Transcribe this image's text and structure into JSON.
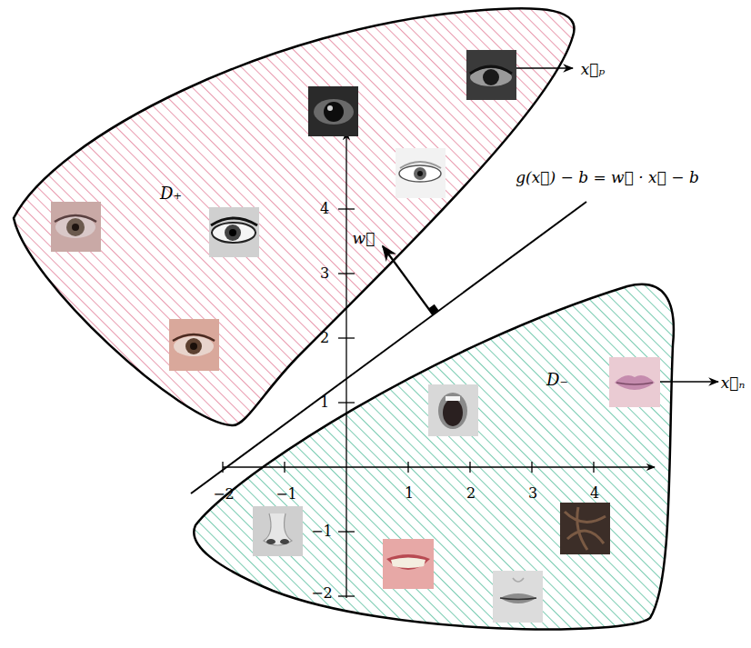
{
  "diagram": {
    "nodes": [
      {
        "text": [
          "D₊"
        ]
      },
      {
        "text": [
          "D₋"
        ]
      }
    ],
    "labels": [
      "x⃗ₚ",
      "g(x⃗) − b = w⃗ · x⃗ − b",
      "w⃗",
      "x⃗ₙ",
      "4",
      "3",
      "2",
      "1",
      "−1",
      "−2",
      "−2",
      "−1",
      "1",
      "2",
      "3",
      "4"
    ]
  }
}
